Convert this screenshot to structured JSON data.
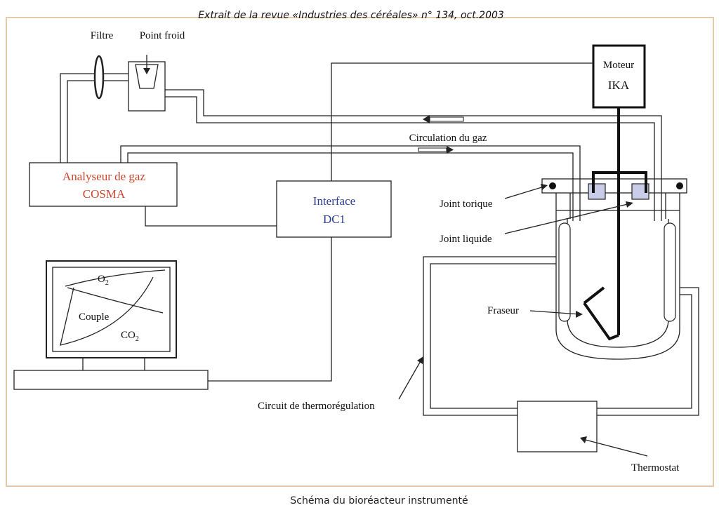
{
  "header": "Extrait de la revue «Industries des céréales» n° 134, oct.2003",
  "caption": "Schéma du bioréacteur instrumenté",
  "labels": {
    "filtre": "Filtre",
    "point_froid": "Point froid",
    "moteur_line1": "Moteur",
    "moteur_line2": "IKA",
    "circulation_gaz": "Circulation du gaz",
    "analyseur_line1": "Analyseur de gaz",
    "analyseur_line2": "COSMA",
    "interface_line1": "Interface",
    "interface_line2": "DC1",
    "joint_torique": "Joint torique",
    "joint_liquide": "Joint liquide",
    "fraseur": "Fraseur",
    "circuit_thermo": "Circuit de thermorégulation",
    "thermostat": "Thermostat",
    "monitor_o2": "O",
    "monitor_o2_sub": "2",
    "monitor_couple": "Couple",
    "monitor_co2": "CO",
    "monitor_co2_sub": "2"
  },
  "colors": {
    "analyseur_text": "#c8462e",
    "interface_text": "#2c3e9a",
    "frame_border": "#e6c9a6",
    "seal_fill": "#c9cde8"
  }
}
